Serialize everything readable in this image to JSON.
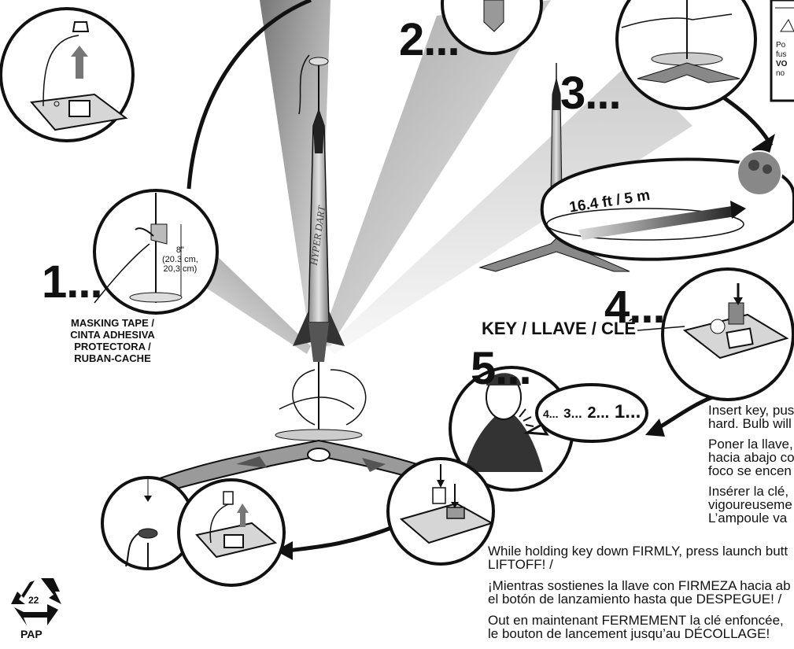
{
  "steps": {
    "one": "1...",
    "two": "2...",
    "three": "3...",
    "four": "4...",
    "five": "5..."
  },
  "measurement": {
    "length": "8\"",
    "metric_a": "(20.3 cm,",
    "metric_b": "20,3 cm)"
  },
  "masking_tape_lines": [
    "MASKING TAPE /",
    "CINTA ADHESIVA",
    "PROTECTORA /",
    "RUBAN-CACHE"
  ],
  "distance_label": "16.4 ft / 5 m",
  "key_label": "KEY / LLAVE / CLÉ",
  "countdown": {
    "four": "4...",
    "three": "3...",
    "two": "2...",
    "one": "1..."
  },
  "insert_text": {
    "en": [
      "Insert key, pus",
      "hard. Bulb will"
    ],
    "es": [
      "Poner la llave,",
      "hacia abajo co",
      "foco se encen"
    ],
    "fr": [
      "Insérer la clé,",
      "vigoureuseme",
      "L’ampoule va"
    ]
  },
  "launch_text": {
    "en": [
      "While holding key down FIRMLY, press launch butt",
      "LIFTOFF! /"
    ],
    "es": [
      "¡Mientras sostienes la llave con FIRMEZA hacia ab",
      "el botón de lanzamiento hasta que DESPEGUE! /"
    ],
    "fr": [
      "Out en maintenant FERMEMENT la clé enfoncée,",
      "le bouton de lancement jusqu’au DÉCOLLAGE!"
    ]
  },
  "warning_fragments": [
    "Po",
    "fus",
    "VO",
    "no"
  ],
  "recycle": {
    "number": "22",
    "code": "PAP"
  },
  "rocket_text": "HYPER DART",
  "colors": {
    "ink": "#111111",
    "light_gray": "#d9d9d9",
    "dark_gray": "#6a6a6a"
  }
}
